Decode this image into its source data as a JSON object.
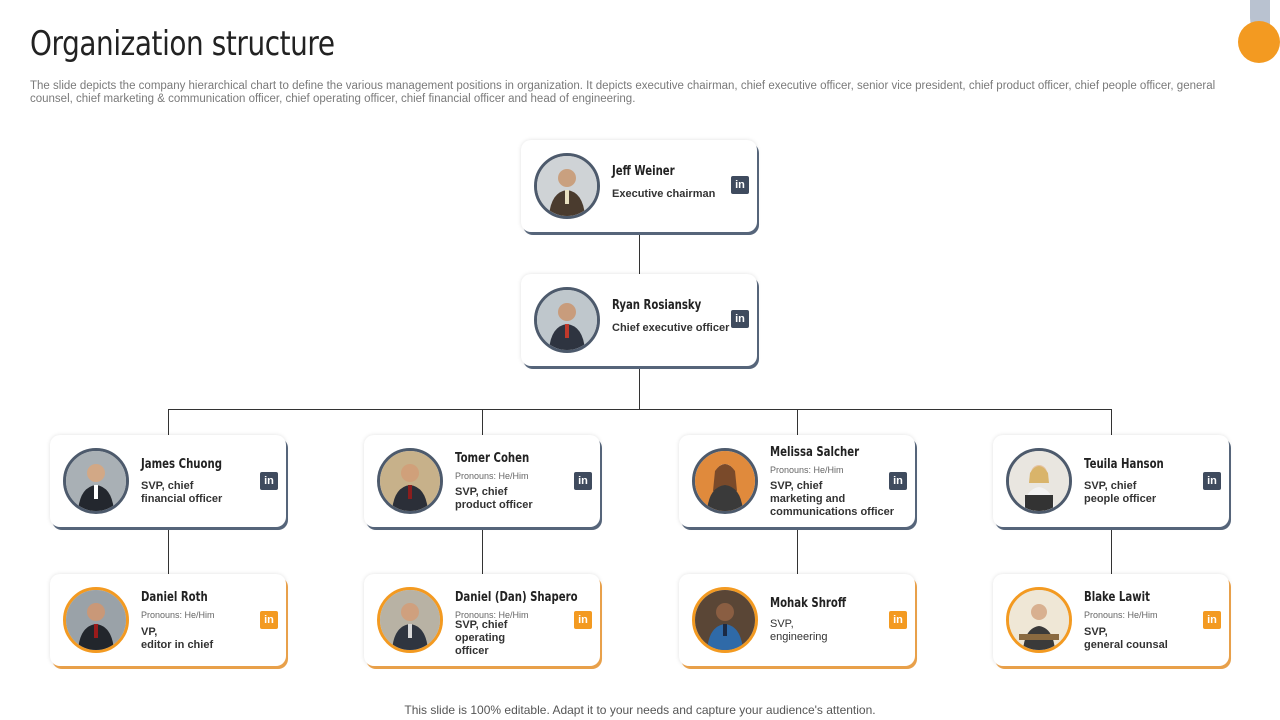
{
  "title": "Organization structure",
  "subtitle": "The slide depicts the company hierarchical chart to define the various management positions in organization. It depicts executive chairman, chief executive officer, senior vice president, chief product officer, chief people officer, general counsel, chief marketing & communication officer, chief operating officer, chief financial officer and head of engineering.",
  "footer": "This slide is 100% editable. Adapt it to your needs and capture your audience's attention.",
  "linkedin_label": "in",
  "colors": {
    "navy": "#3f4b5e",
    "orange": "#f39a21",
    "accent_grey": "#b9c2d0"
  },
  "people": {
    "chairman": {
      "name": "Jeff Weiner",
      "role": "Executive chairman"
    },
    "ceo": {
      "name": "Ryan Rosiansky",
      "role": "Chief executive officer"
    },
    "cfo": {
      "name": "James Chuong",
      "role": "SVP, chief\nfinancial officer"
    },
    "cpo": {
      "name": "Tomer Cohen",
      "pronouns": "Pronouns:  He/Him",
      "role": "SVP, chief\nproduct officer"
    },
    "cmo": {
      "name": "Melissa Salcher",
      "pronouns": "Pronouns:  He/Him",
      "role": "SVP, chief\nmarketing and\ncommunications officer"
    },
    "chro": {
      "name": "Teuila Hanson",
      "role": "SVP, chief\npeople officer"
    },
    "editor": {
      "name": "Daniel Roth",
      "pronouns": "Pronouns:  He/Him",
      "role": "VP,\neditor in chief"
    },
    "coo": {
      "name": "Daniel (Dan) Shapero",
      "pronouns": "Pronouns:  He/Him",
      "role": "SVP, chief\noperating\nofficer"
    },
    "eng": {
      "name": "Mohak Shroff",
      "role": "SVP,\nengineering"
    },
    "counsel": {
      "name": "Blake Lawit",
      "pronouns": "Pronouns:  He/Him",
      "role": "SVP,\ngeneral counsal"
    }
  }
}
